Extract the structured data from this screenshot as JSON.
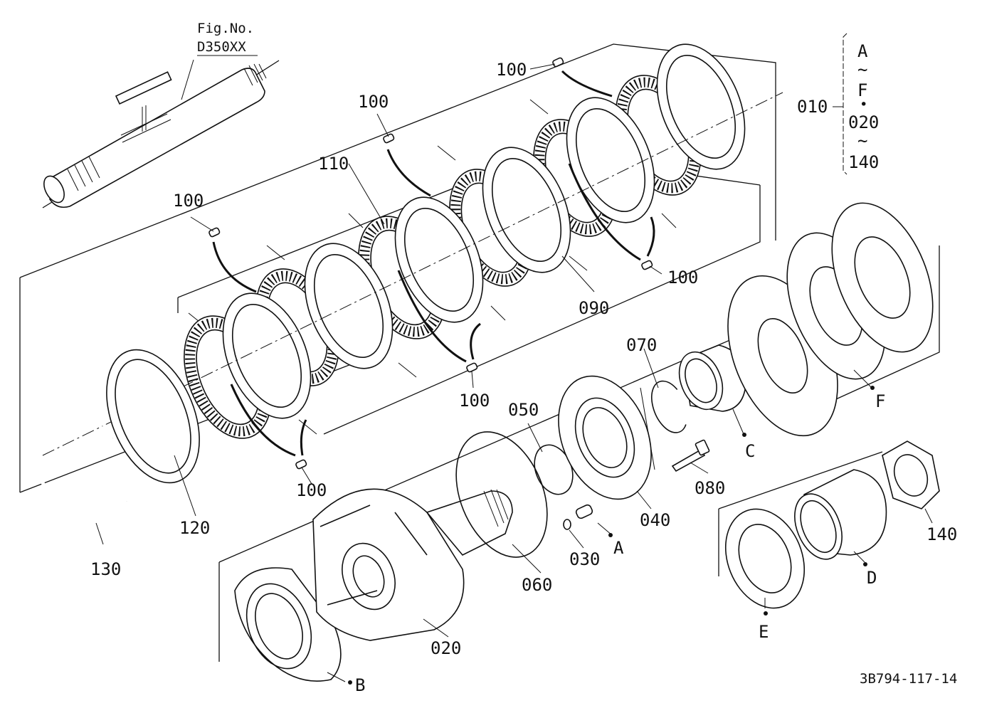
{
  "figure": {
    "fig_no_label": "Fig.No.",
    "fig_no_code": "D350XX",
    "drawing_id": "3B794-117-14"
  },
  "legend": {
    "assembly_no": "010",
    "line1": "A",
    "tilde1": "~",
    "line2": "F",
    "dot": "•",
    "line3": "020",
    "tilde2": "~",
    "line4": "140"
  },
  "callouts": {
    "p020": "020",
    "p030": "030",
    "p040": "040",
    "p050": "050",
    "p060": "060",
    "p070": "070",
    "p080": "080",
    "p090": "090",
    "p100": "100",
    "p110": "110",
    "p120": "120",
    "p130": "130",
    "p140": "140",
    "A": "A",
    "B": "B",
    "C": "C",
    "D": "D",
    "E": "E",
    "F": "F"
  }
}
